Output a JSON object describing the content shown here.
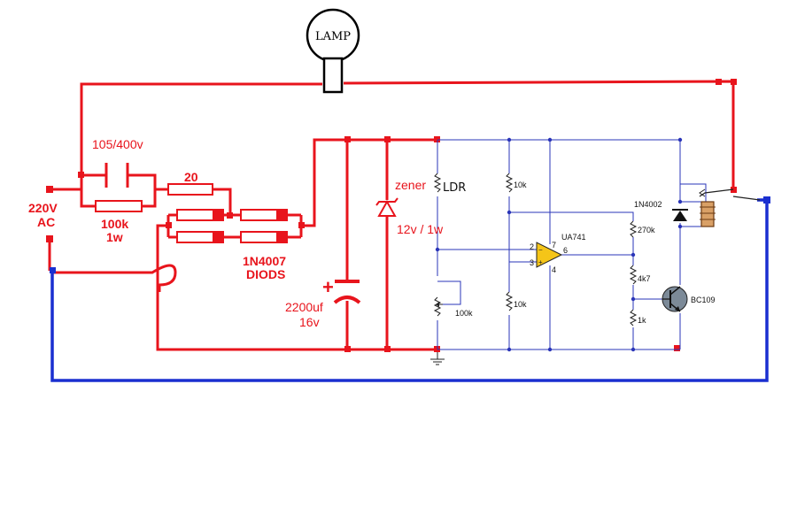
{
  "labels": {
    "lamp": "LAMP",
    "source_voltage": "220V",
    "source_type": "AC",
    "cap_input": "105/400v",
    "res_20": "20",
    "res_100k_value": "100k",
    "res_100k_power": "1w",
    "diodes_part": "1N4007",
    "diodes_word": "DIODS",
    "cap_filter_value": "2200uf",
    "cap_filter_voltage": "16v",
    "zener": "zener",
    "zener_rating": "12v / 1w",
    "ldr": "LDR",
    "pot_100k": "100k",
    "res_10k_top": "10k",
    "res_10k_bottom": "10k",
    "opamp": "UA741",
    "pin2": "2",
    "pin3": "3",
    "pin7": "7",
    "pin6": "6",
    "pin4": "4",
    "res_270k": "270k",
    "res_4k7": "4k7",
    "res_1k": "1k",
    "diode_relay": "1N4002",
    "transistor": "BC109",
    "plus_sign": "+"
  },
  "colors": {
    "mains_wire": "#e8141c",
    "neutral_wire": "#1a2fd0",
    "signal_wire": "#2a35b8",
    "opamp_fill": "#f5c518",
    "relay_coil": "#d9a066"
  }
}
